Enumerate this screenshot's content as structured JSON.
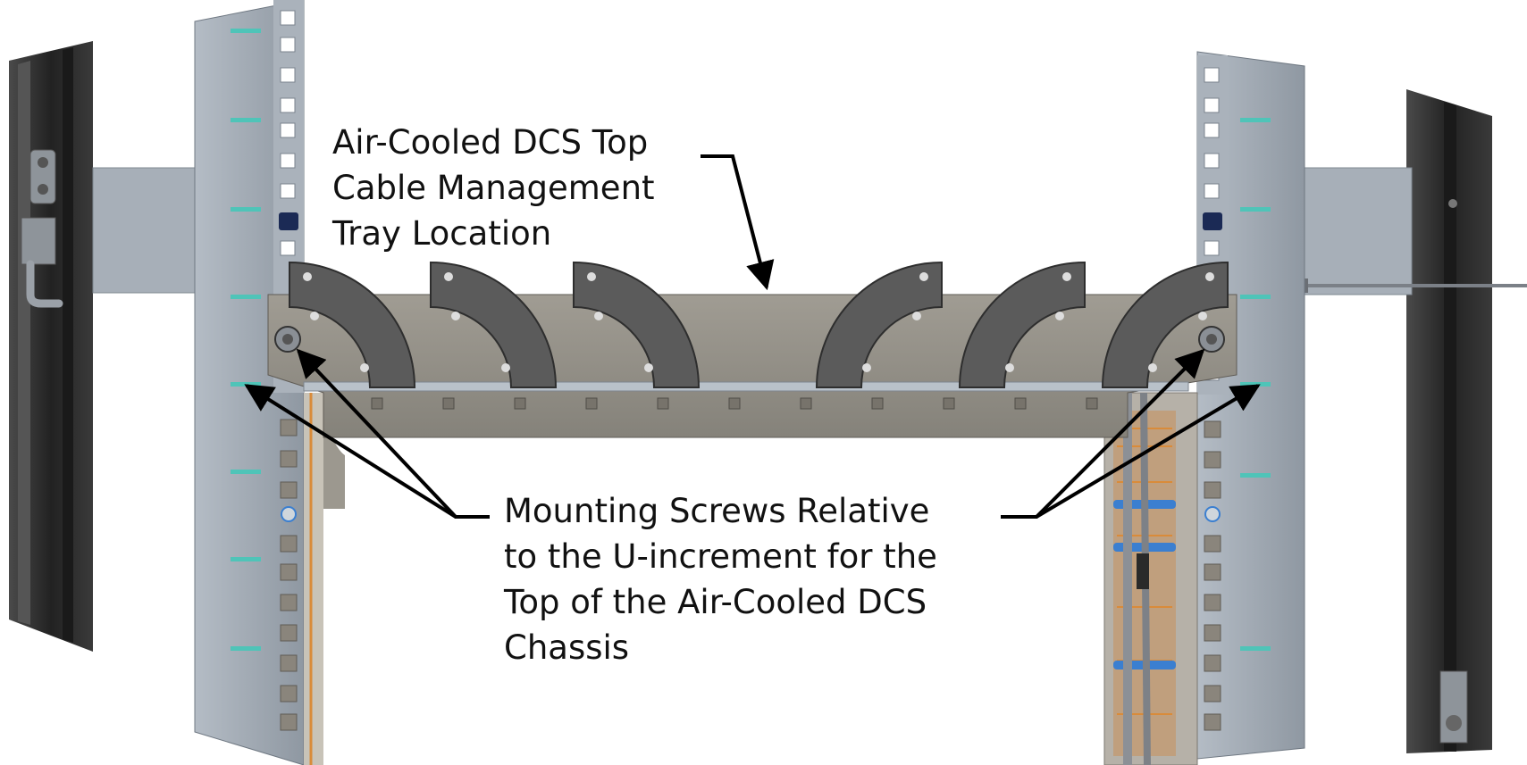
{
  "callouts": {
    "tray_location": {
      "lines": [
        "Air-Cooled DCS Top",
        "Cable Management",
        "Tray Location"
      ]
    },
    "mounting_screws": {
      "lines": [
        "Mounting Screws Relative",
        "to the U-increment for the",
        "Top of the Air-Cooled DCS",
        "Chassis"
      ]
    }
  },
  "colors": {
    "rail": "#9aa3ad",
    "rail_edge": "#6f7882",
    "door": "#2e2e2e",
    "tray": "#8d8a82",
    "bracket": "#5b5b5b",
    "u_marker": "#4fc4b8",
    "cable_orange": "#d98b3a",
    "cable_blue": "#3b7fd0",
    "arrow": "#000000"
  }
}
